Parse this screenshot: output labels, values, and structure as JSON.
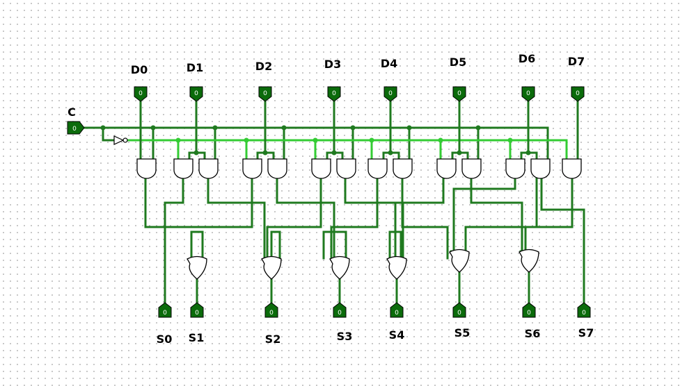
{
  "control": {
    "label": "C",
    "value": "0"
  },
  "inputs": [
    {
      "label": "D0",
      "value": "0"
    },
    {
      "label": "D1",
      "value": "0"
    },
    {
      "label": "D2",
      "value": "0"
    },
    {
      "label": "D3",
      "value": "0"
    },
    {
      "label": "D4",
      "value": "0"
    },
    {
      "label": "D5",
      "value": "0"
    },
    {
      "label": "D6",
      "value": "0"
    },
    {
      "label": "D7",
      "value": "0"
    }
  ],
  "outputs": [
    {
      "label": "S0",
      "value": "0"
    },
    {
      "label": "S1",
      "value": "0"
    },
    {
      "label": "S2",
      "value": "0"
    },
    {
      "label": "S3",
      "value": "0"
    },
    {
      "label": "S4",
      "value": "0"
    },
    {
      "label": "S5",
      "value": "0"
    },
    {
      "label": "S6",
      "value": "0"
    },
    {
      "label": "S7",
      "value": "0"
    }
  ],
  "colors": {
    "wire_low": "#1f7a1f",
    "wire_high": "#33cc33",
    "pin_fill": "#0b6b0b"
  }
}
